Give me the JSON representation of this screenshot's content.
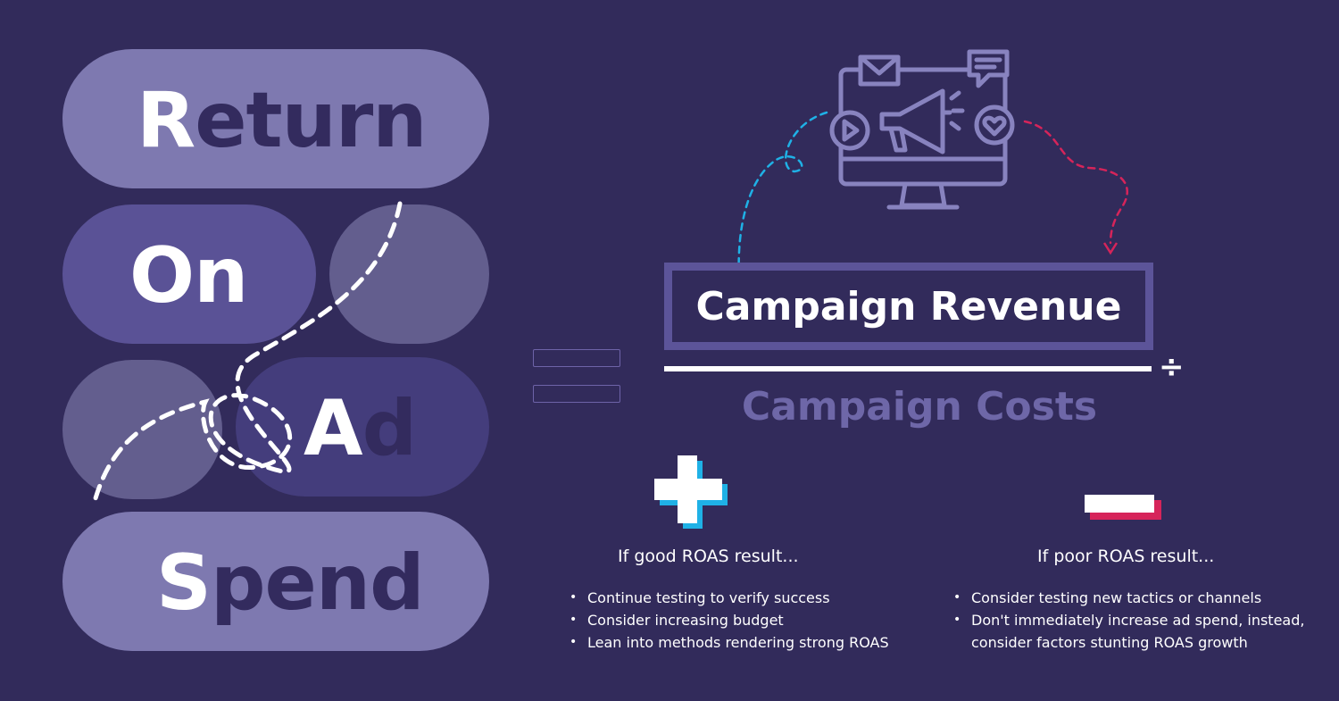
{
  "acronym": {
    "return": {
      "first": "R",
      "rest": "eturn"
    },
    "on": {
      "first": "On",
      "rest": ""
    },
    "ad": {
      "first": "A",
      "rest": "d"
    },
    "spend": {
      "first": "S",
      "rest": "pend"
    }
  },
  "formula": {
    "numerator": "Campaign Revenue",
    "denominator": "Campaign Costs",
    "divide_symbol": "÷"
  },
  "good": {
    "title": "If good ROAS result...",
    "items": [
      "Continue testing to verify success",
      "Consider increasing budget",
      "Lean into methods rendering strong ROAS"
    ]
  },
  "poor": {
    "title": "If poor ROAS result...",
    "items": [
      "Consider testing new tactics or channels",
      "Don't immediately increase ad spend, instead,",
      "consider factors stunting ROAS growth"
    ]
  },
  "icons": [
    "monitor-megaphone-icon",
    "envelope-icon",
    "chat-bubble-icon",
    "play-icon",
    "heart-icon",
    "plus-icon",
    "minus-icon",
    "equals-icon"
  ],
  "colors": {
    "background": "#322b5b",
    "pill_light": "#7e79b0",
    "pill_mid": "#5a5296",
    "pill_gray": "#635e8e",
    "pill_dark": "#443d7c",
    "accent_blue": "#1fb1e6",
    "accent_red": "#d6245a"
  }
}
